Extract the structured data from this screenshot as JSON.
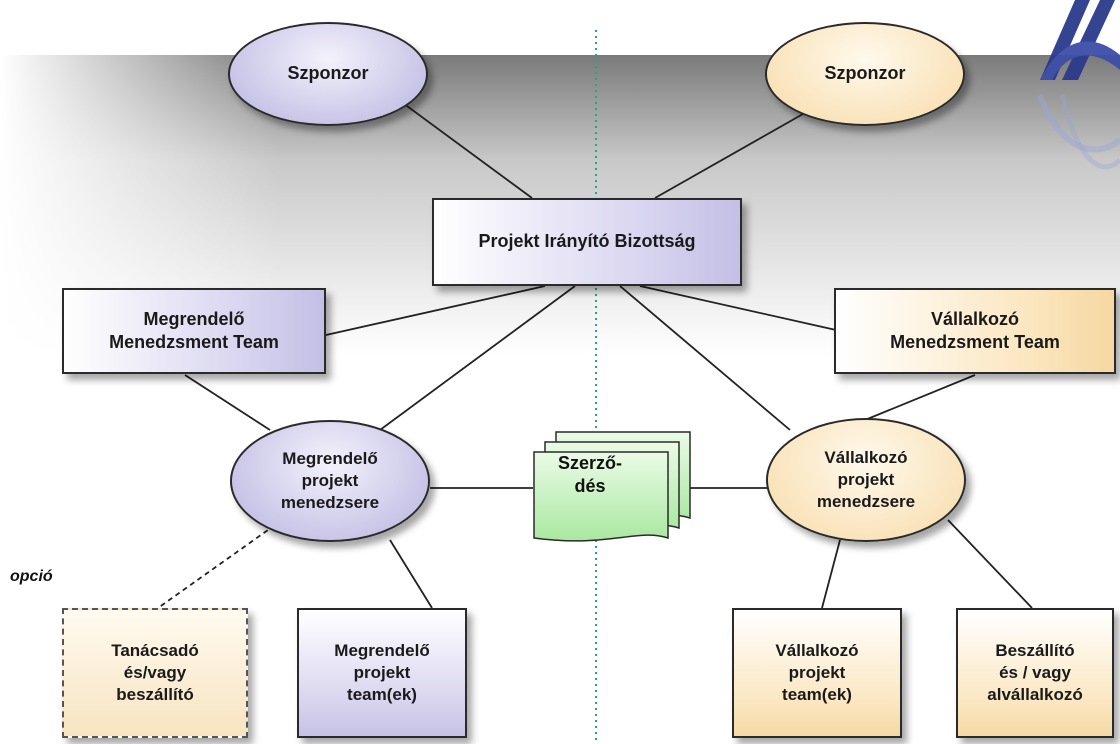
{
  "nodes": {
    "szponzor_left": "Szponzor",
    "szponzor_right": "Szponzor",
    "pib": "Projekt Irányító Bizottság",
    "mmt": "Megrendelő\nMenedzsment Team",
    "vmt": "Vállalkozó\nMenedzsment Team",
    "mpm": "Megrendelő\nprojekt\nmenedzsere",
    "vpm": "Vállalkozó\nprojekt\nmenedzsere",
    "contract": "Szerző-\ndés",
    "consultant": "Tanácsadó\nés/vagy\nbeszállító",
    "m_team": "Megrendelő\nprojekt\nteam(ek)",
    "v_team": "Vállalkozó\nprojekt\nteam(ek)",
    "supplier": "Beszállító\nés / vagy\nalvállalkozó"
  },
  "option_label": "opció",
  "colors": {
    "customer_side": "#c9c6e8",
    "contractor_side": "#f9e2b8",
    "contract_doc": "#c9f2c2",
    "divider": "#1aa89a"
  }
}
